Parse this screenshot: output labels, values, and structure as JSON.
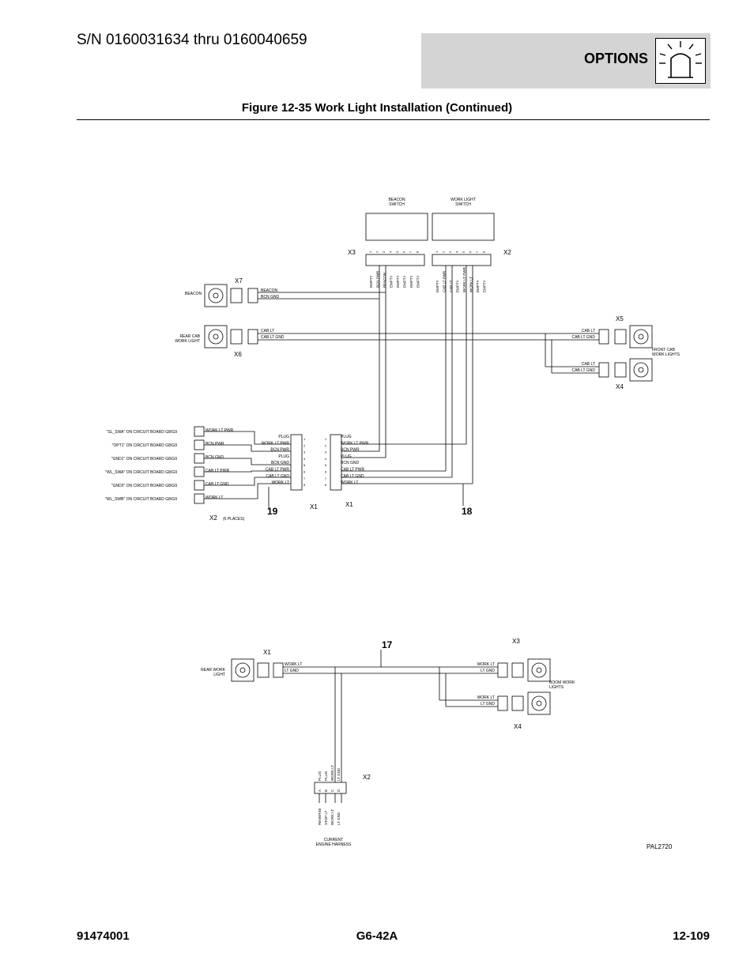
{
  "header": {
    "serial_range": "S/N 0160031634 thru 0160040659",
    "section": "OPTIONS",
    "icon": "beacon-light-icon"
  },
  "figure_title": "Figure 12-35 Work Light Installation (Continued)",
  "footer": {
    "left": "91474001",
    "center": "G6-42A",
    "right": "12-109"
  },
  "diagram_top": {
    "beacon_switch": "BEACON\nSWITCH",
    "work_light_switch": "WORK LIGHT\nSWITCH",
    "pin_numbers": [
      "1",
      "2",
      "3",
      "4",
      "5",
      "6",
      "7",
      "8"
    ],
    "beacon_switch_wires": [
      "EMPTY",
      "BCN PWR",
      "BEACON",
      "EMPTY",
      "EMPTY",
      "EMPTY",
      "EMPTY",
      "EMPTY"
    ],
    "work_switch_wires": [
      "EMPTY",
      "CAB LT PWR",
      "CAB LT",
      "EMPTY",
      "WORK LT PWR",
      "WORK LT",
      "EMPTY",
      "EMPTY"
    ],
    "connectors": {
      "x1": "X1",
      "x2": "X2",
      "x3": "X3",
      "x4": "X4",
      "x5": "X5",
      "x6": "X6",
      "x7": "X7"
    },
    "beacon": "BEACON",
    "beacon_wires": [
      "BEACON",
      "BCN GND"
    ],
    "rear_cab_work_light": "REAR CAB\nWORK LIGHT",
    "cab_wires": [
      "CAB LT",
      "CAB LT GND"
    ],
    "front_cab_work_lights": "FRONT CAB\nWORK LIGHTS",
    "board_labels": [
      "\"SL_SWA\" ON CIRCUIT BOARD G8/G9",
      "\"OPT1\" ON CIRCUIT BOARD G8/G9",
      "\"GND1\" ON CIRCUIT BOARD G8/G9",
      "\"WL_SWA\" ON CIRCUIT BOARD G8/G9",
      "\"GND3\" ON CIRCUIT BOARD G8/G9",
      "\"WL_SWB\" ON CIRCUIT BOARD G8/G9"
    ],
    "board_wires": [
      "WORK LT PWR",
      "BCN PWR",
      "BCN GND",
      "CAB LT PWR",
      "CAB LT GND",
      "WORK LT"
    ],
    "plug_wires": [
      "PLUG",
      "WORK LT PWR",
      "BCN PWR",
      "PLUG",
      "BCN GND",
      "CAB LT PWR",
      "CAB LT GND",
      "WORK LT"
    ],
    "six_places": "(6 PLACES)",
    "callouts": {
      "c19": "19",
      "c18": "18"
    }
  },
  "diagram_bottom": {
    "callout": "17",
    "connectors": {
      "x1": "X1",
      "x2": "X2",
      "x3": "X3",
      "x4": "X4"
    },
    "rear_work_light": "REAR WORK\nLIGHT",
    "boom_work_lights": "BOOM WORK\nLIGHTS",
    "lamp_wires": [
      "WORK LT",
      "LT GND"
    ],
    "x2_pins": [
      "A",
      "B",
      "C",
      "D"
    ],
    "x2_upper_wires": [
      "PLUG",
      "PLUG",
      "WORK LT",
      "LT GND"
    ],
    "x2_lower_wires": [
      "REVERSE",
      "STOP LT",
      "WORK LT",
      "LT GND"
    ],
    "harness": "CURRENT\nENGINE HARNESS"
  },
  "part_number": "PAL2720"
}
